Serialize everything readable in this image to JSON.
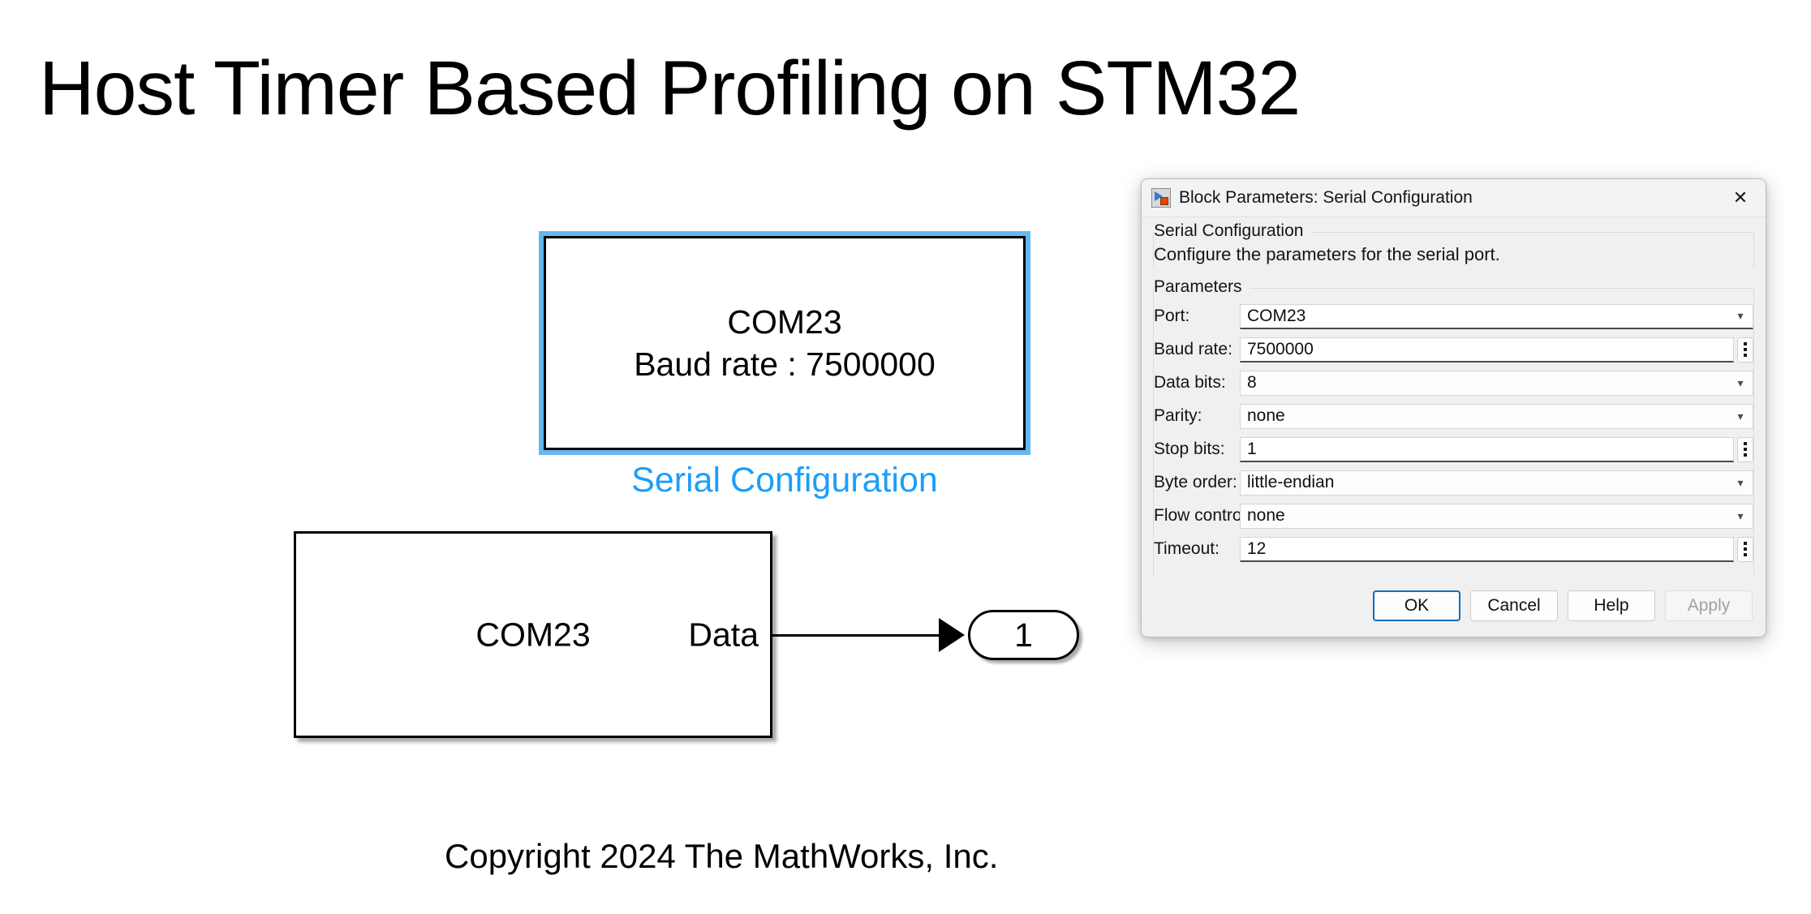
{
  "slide": {
    "title": "Host Timer Based Profiling on STM32",
    "copyright": "Copyright 2024 The MathWorks, Inc."
  },
  "model": {
    "serial_config_block": {
      "port_line": "COM23",
      "baud_line": "Baud rate : 7500000",
      "label": "Serial Configuration",
      "selected": true,
      "selection_color": "#63b8ef",
      "label_color": "#1a9ffa"
    },
    "serial_receive_block": {
      "name": "COM23",
      "output_port_label": "Data"
    },
    "outport_block": {
      "number": "1"
    }
  },
  "dialog": {
    "title": "Block Parameters: Serial Configuration",
    "icon": "simulink-block-icon",
    "close_icon": "✕",
    "description_group": {
      "legend": "Serial Configuration",
      "text": "Configure the parameters for the serial port."
    },
    "parameters_group": {
      "legend": "Parameters",
      "rows": [
        {
          "label": "Port:",
          "value": "COM23",
          "control": "combobox",
          "focused": true
        },
        {
          "label": "Baud rate:",
          "value": "7500000",
          "control": "text-with-dots",
          "focused": true
        },
        {
          "label": "Data bits:",
          "value": "8",
          "control": "combobox",
          "focused": false
        },
        {
          "label": "Parity:",
          "value": "none",
          "control": "combobox",
          "focused": false
        },
        {
          "label": "Stop bits:",
          "value": "1",
          "control": "text-with-dots",
          "focused": true
        },
        {
          "label": "Byte order:",
          "value": "little-endian",
          "control": "combobox",
          "focused": false
        },
        {
          "label": "Flow control:",
          "value": "none",
          "control": "combobox",
          "focused": false
        },
        {
          "label": "Timeout:",
          "value": "12",
          "control": "text-with-dots",
          "focused": true
        }
      ]
    },
    "buttons": [
      {
        "label": "OK",
        "state": "default"
      },
      {
        "label": "Cancel",
        "state": "normal"
      },
      {
        "label": "Help",
        "state": "normal"
      },
      {
        "label": "Apply",
        "state": "disabled"
      }
    ],
    "colors": {
      "body_bg": "#f0f0f0",
      "titlebar_bg": "#f2f3f5",
      "accent": "#0f6cbd"
    }
  }
}
